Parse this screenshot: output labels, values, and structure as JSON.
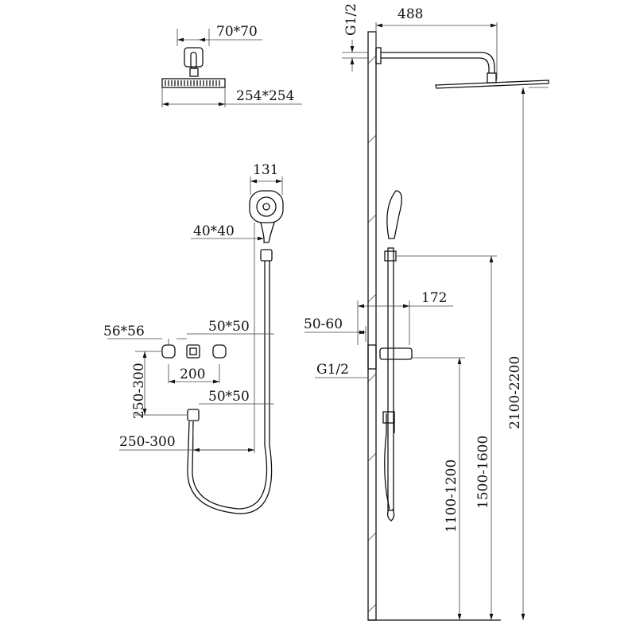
{
  "labels": {
    "overhead_mount": "70*70",
    "overhead_head": "254*254",
    "handshower_width": "131",
    "handshower_holder": "40*40",
    "valve_left": "56*56",
    "valve_center": "50*50",
    "valve_spacing": "200",
    "valve_height": "250-300",
    "outlet_size": "50*50",
    "hose_offset": "250-300",
    "arm_thread": "G1/2",
    "arm_length": "488",
    "bar_projection": "172",
    "bar_offset": "50-60",
    "bar_thread": "G1/2",
    "head_height": "2100-2200",
    "holder_height": "1500-1600",
    "outlet_height": "1100-1200"
  }
}
